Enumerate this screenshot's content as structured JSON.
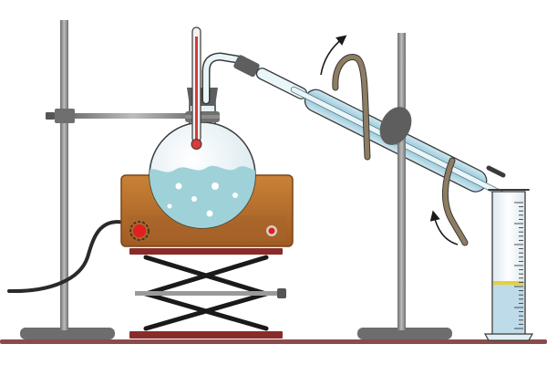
{
  "diagram": {
    "colors": {
      "background": "#ffffff",
      "bench": "#8a4b4b",
      "stand_rod": "#8c8c8c",
      "stand_base": "#6d6d6d",
      "clamp": "#6f6f6f",
      "heater_body": "#b86e2a",
      "heater_panel": "#d8d0c2",
      "heater_knob": "#e02020",
      "jack_frame": "#1a1a1a",
      "jack_plate": "#8a2b2b",
      "flask_glass": "#e7f1f4",
      "flask_liquid": "#9fd1d8",
      "bubble": "#ffffff",
      "thermometer_bulb": "#d93a3a",
      "stopper": "#5e5e5e",
      "condenser_outer": "#a9d4e3",
      "condenser_inner": "#e9f5f9",
      "hose": "#8e7d62",
      "cylinder_glass": "#eef5f8",
      "cylinder_liquid": "#bedbea",
      "distillate_line": "#e6cf3a",
      "cable": "#2a2a2a",
      "arrow": "#1a1a1a"
    },
    "parts": [
      "heating-mantle",
      "round-bottom-flask",
      "thermometer",
      "liebig-condenser",
      "graduated-cylinder",
      "retort-stand-left",
      "retort-stand-right",
      "lab-jack",
      "water-hoses",
      "power-cable"
    ]
  }
}
